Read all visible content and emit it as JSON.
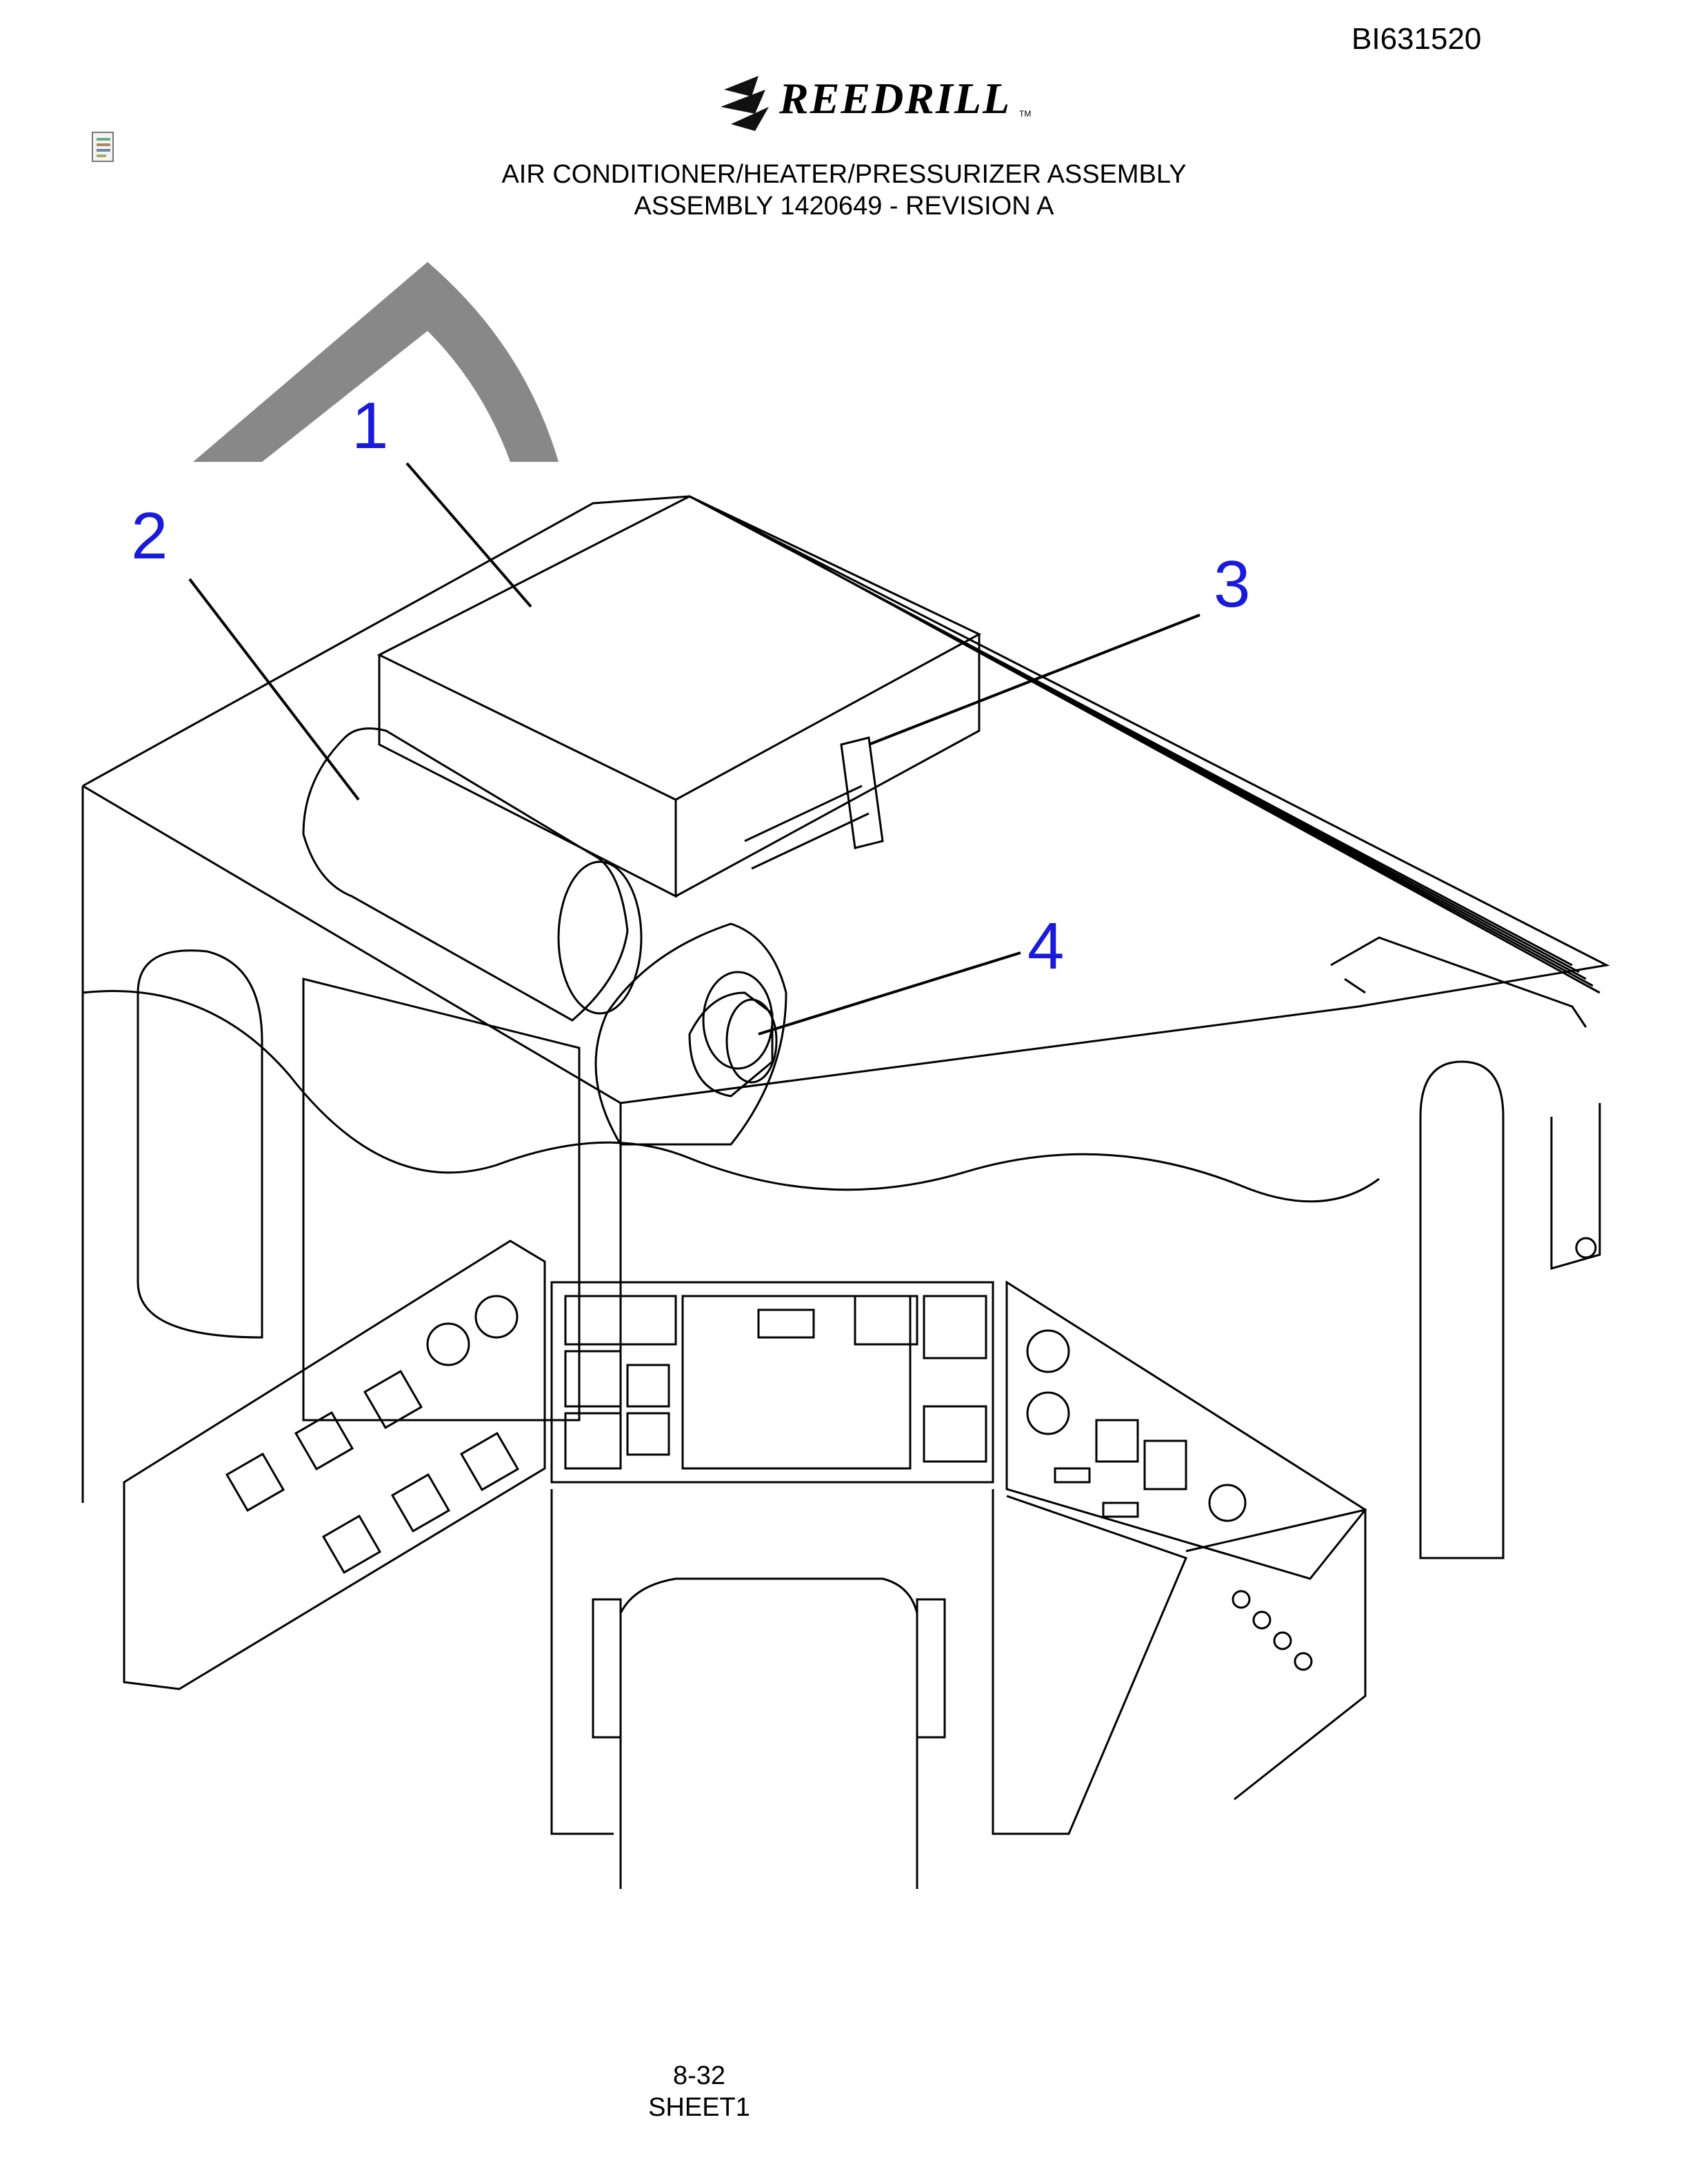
{
  "header": {
    "document_id": "BI631520",
    "logo_text": "REEDRILL",
    "logo_tm": "TM",
    "title_line1": "AIR CONDITIONER/HEATER/PRESSURIZER ASSEMBLY",
    "title_line2": "ASSEMBLY 1420649 - REVISION A"
  },
  "diagram": {
    "callouts": [
      "1",
      "2",
      "3",
      "4"
    ],
    "callout_color": "#1a1adb"
  },
  "footer": {
    "page_number": "8-32",
    "sheet": "SHEET1"
  }
}
